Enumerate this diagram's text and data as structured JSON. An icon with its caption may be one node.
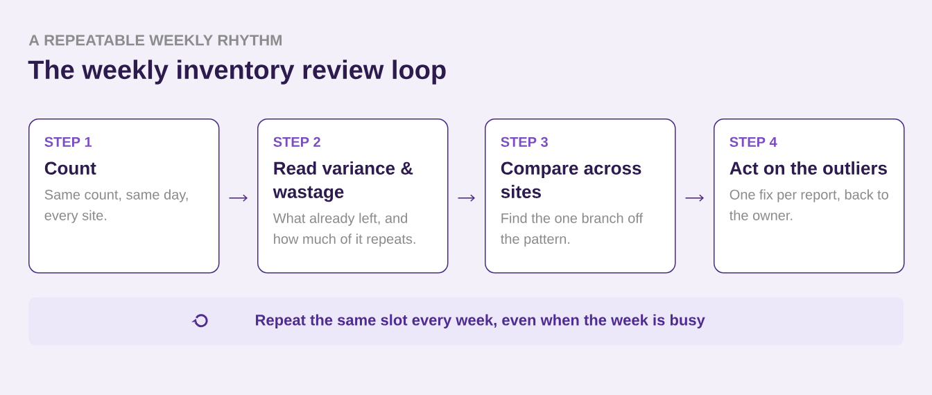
{
  "diagram": {
    "title": "The weekly inventory review loop",
    "nodes": [
      {
        "text": [
          "STEP 1",
          "Count",
          "Same count, same day, every site."
        ]
      },
      {
        "text": [
          "STEP 2",
          "Read variance & wastage",
          "What already left, and how much of it repeats."
        ]
      },
      {
        "text": [
          "STEP 3",
          "Compare across sites",
          "Find the one branch off the pattern."
        ]
      },
      {
        "text": [
          "STEP 4",
          "Act on the outliers",
          "One fix per report, back to the owner."
        ]
      },
      {
        "text": [
          "Repeat the same slot every week, even when the week is busy"
        ]
      }
    ],
    "edges": [
      {
        "from": 0,
        "to": 1,
        "arrow": "to"
      },
      {
        "from": 1,
        "to": 2,
        "arrow": "to"
      },
      {
        "from": 2,
        "to": 3,
        "arrow": "to"
      }
    ],
    "labels": [
      "A REPEATABLE WEEKLY RHYTHM"
    ]
  }
}
